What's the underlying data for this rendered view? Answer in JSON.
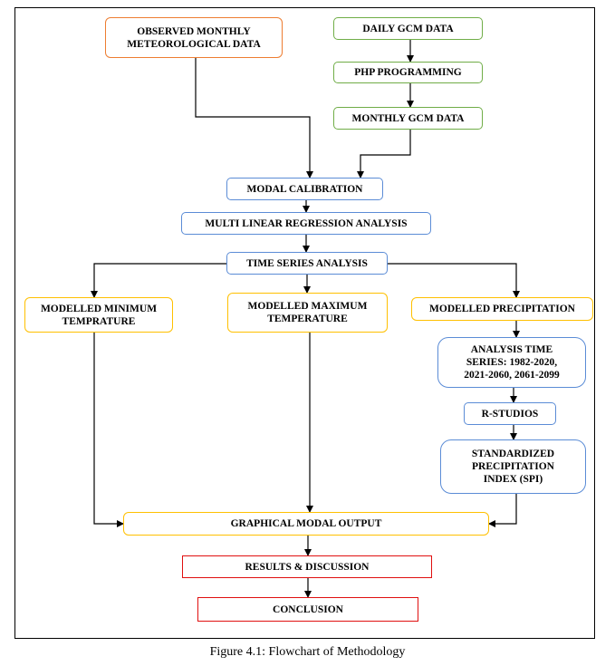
{
  "nodes": {
    "observed": "OBSERVED MONTHLY\nMETEOROLOGICAL DATA",
    "daily_gcm": "DAILY GCM DATA",
    "php": "PHP PROGRAMMING",
    "monthly_gcm": "MONTHLY GCM DATA",
    "modal_calibration": "MODAL CALIBRATION",
    "mlr": "MULTI LINEAR REGRESSION ANALYSIS",
    "time_series": "TIME SERIES  ANALYSIS",
    "mod_min": "MODELLED MINIMUM\nTEMPRATURE",
    "mod_max": "MODELLED MAXIMUM\nTEMPERATURE",
    "mod_precip": "MODELLED PRECIPITATION",
    "analysis_ts": "ANALYSIS TIME\nSERIES: 1982-2020,\n2021-2060, 2061-2099",
    "r_studios": "R-STUDIOS",
    "spi": "STANDARDIZED\nPRECIPITATION\nINDEX (SPI)",
    "graphical": "GRAPHICAL MODAL OUTPUT",
    "results": "RESULTS  & DISCUSSION",
    "conclusion": "CONCLUSION"
  },
  "caption": "Figure 4.1: Flowchart of Methodology",
  "colors": {
    "orange": "#ed7d31",
    "green": "#70ad47",
    "blue": "#5b8cd6",
    "yellow": "#ffc000",
    "red": "#e01010"
  }
}
